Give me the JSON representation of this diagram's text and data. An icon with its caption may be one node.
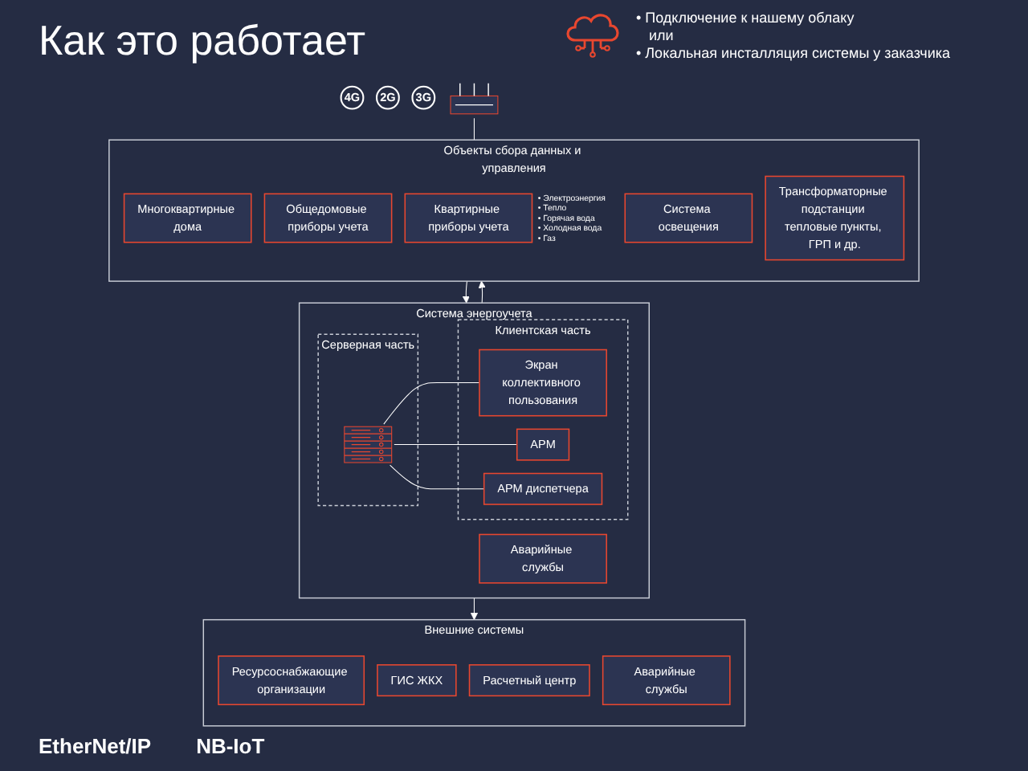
{
  "diagram": {
    "title": "Как это работает",
    "nodes": [
      {
        "text": [
          "Система энергоучета"
        ]
      },
      {
        "text": [
          "Аварийные службы"
        ],
        "in": 0
      },
      {
        "text": [
          "Серверная часть"
        ],
        "in": 0
      },
      {
        "text": [],
        "shape": "picture",
        "in": 2
      },
      {
        "text": [
          "Клиентская часть"
        ],
        "in": 0
      },
      {
        "text": [
          "Экран коллективного пользования"
        ],
        "in": 4
      },
      {
        "text": [
          "АРМ"
        ],
        "in": 4
      },
      {
        "text": [
          "АРМ диспетчера"
        ],
        "in": 4
      },
      {
        "text": [
          "Внешние системы"
        ]
      },
      {
        "text": [
          "Ресурсоснабжающие организации"
        ],
        "in": 8
      },
      {
        "text": [
          "ГИС ЖКХ"
        ],
        "in": 8
      },
      {
        "text": [
          "Расчетный центр"
        ],
        "in": 8
      },
      {
        "text": [
          "Аварийные службы"
        ],
        "in": 8
      },
      {
        "text": [
          "4G"
        ]
      },
      {
        "text": [
          "2G"
        ]
      },
      {
        "text": [
          "3G"
        ]
      },
      {
        "text": [],
        "shape": "picture"
      },
      {
        "text": [
          "Объекты сбора данных и управления"
        ]
      },
      {
        "text": [
          "Многоквартирные дома"
        ],
        "in": 17
      },
      {
        "text": [
          "Общедомовые приборы учета"
        ],
        "in": 17
      },
      {
        "text": [
          "Квартирные приборы учета"
        ],
        "in": 17,
        "beside": [
          "• Электроэнергия",
          "• Тепло",
          "• Горячая вода",
          "• Холодная вода",
          "• Газ"
        ]
      },
      {
        "text": [
          "Система освещения"
        ],
        "in": 17
      },
      {
        "text": [
          "Трансформаторные подстанции тепловые пункты, ГРП и др."
        ],
        "in": 17
      }
    ],
    "edges": [
      {
        "from": 0,
        "to": 8,
        "arrow": "to"
      },
      {
        "from": 17,
        "to": 0,
        "arrow": "to"
      },
      {
        "from": 0,
        "to": 17,
        "arrow": "to"
      },
      {
        "from": 3,
        "to": 6,
        "arrow": "none"
      },
      {
        "from": 3,
        "to": 5,
        "arrow": "none"
      },
      {
        "from": 3,
        "to": 7,
        "arrow": "none"
      },
      {
        "from": 16,
        "to": 17,
        "arrow": "none"
      }
    ],
    "labels": [
      "• Подключение к нашему облаку",
      "или",
      "• Локальная инсталляция системы у заказчика",
      "EtherNet/IP",
      "NB-IoT"
    ]
  }
}
